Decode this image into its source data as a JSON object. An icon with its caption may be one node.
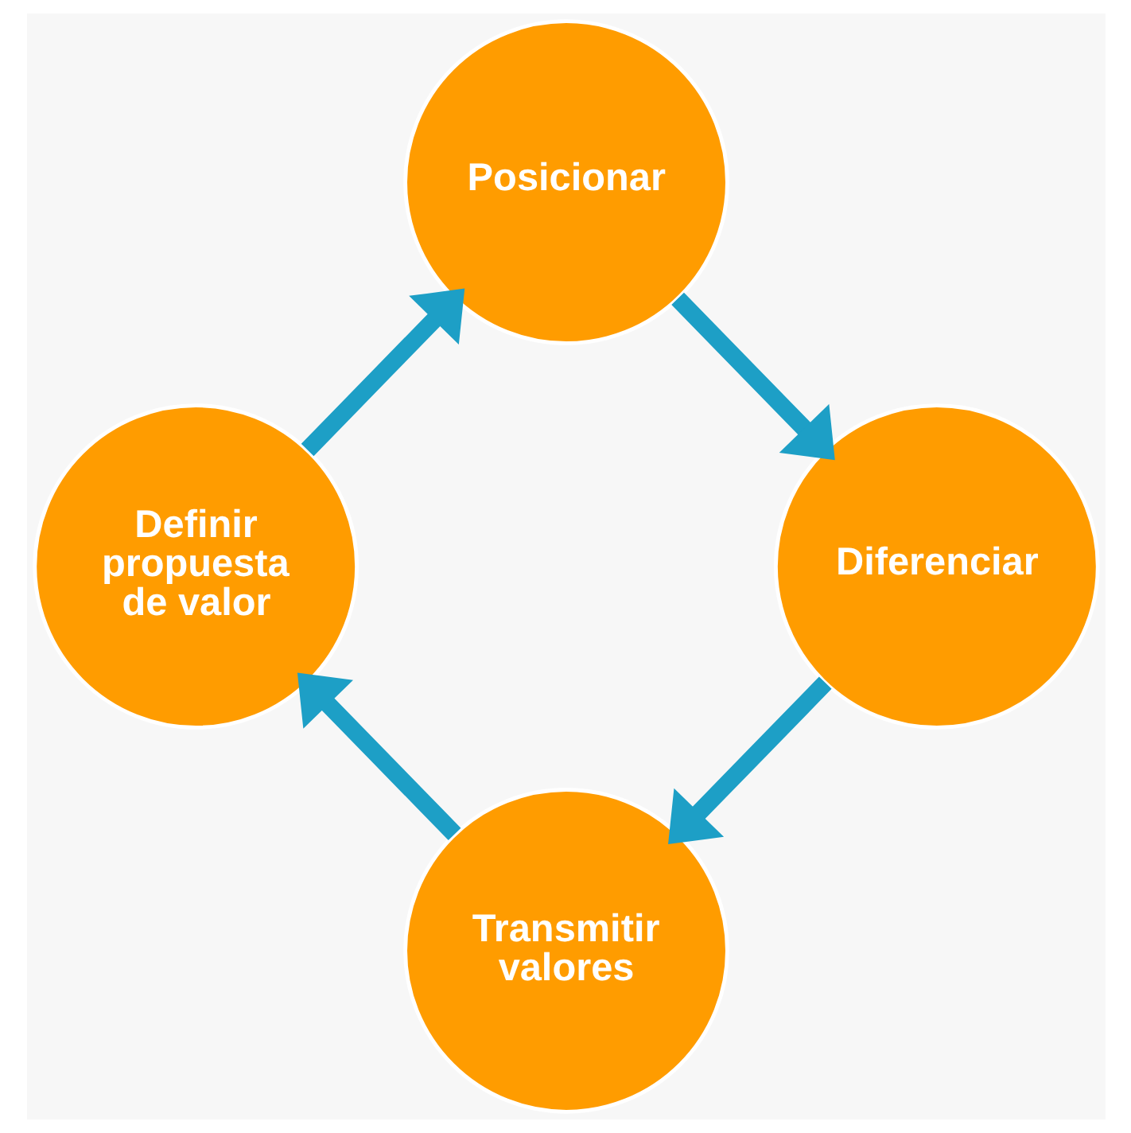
{
  "diagram": {
    "nodes": [
      {
        "text": [
          "Posicionar"
        ]
      },
      {
        "text": [
          "Diferenciar"
        ]
      },
      {
        "text": [
          "Transmitir valores"
        ]
      },
      {
        "text": [
          "Definir propuesta de valor"
        ]
      }
    ],
    "edges": [
      {
        "from": 0,
        "to": 1,
        "arrow": "to"
      },
      {
        "from": 1,
        "to": 2,
        "arrow": "to"
      },
      {
        "from": 2,
        "to": 3,
        "arrow": "to"
      },
      {
        "from": 3,
        "to": 0,
        "arrow": "to"
      }
    ]
  }
}
